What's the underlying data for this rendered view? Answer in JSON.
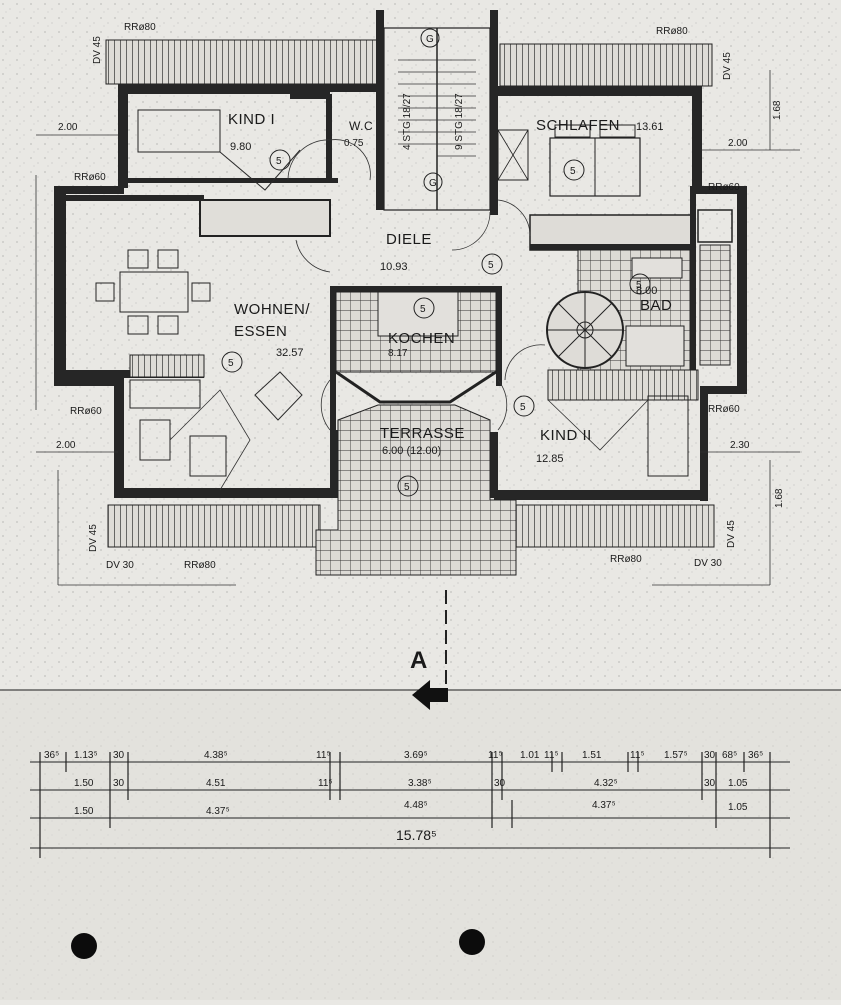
{
  "rooms": {
    "kind1": {
      "name": "KIND I",
      "area": "9.80"
    },
    "wc": {
      "name": "W.C",
      "area": "0.75"
    },
    "schlafen": {
      "name": "SCHLAFEN",
      "area": "13.61"
    },
    "diele": {
      "name": "DIELE",
      "area": "10.93"
    },
    "wohnen": {
      "name": "WOHNEN/",
      "name2": "ESSEN",
      "area": "32.57"
    },
    "kochen": {
      "name": "KOCHEN",
      "area": "8.17"
    },
    "bad": {
      "name": "BAD",
      "area": "8.00"
    },
    "terrasse": {
      "name": "TERRASSE",
      "area": "6.00 (12.00)"
    },
    "kind2": {
      "name": "KIND II",
      "area": "12.85"
    }
  },
  "markers": {
    "five": "5",
    "g": "G"
  },
  "stairs": {
    "left": "4 STG 18/27",
    "right": "9 STG 18/27"
  },
  "notes": {
    "rr80": "RRø80",
    "rr60": "RRø60",
    "dv45": "DV 45",
    "dv30": "DV 30",
    "w200": "2.00",
    "w168": "1.68",
    "w230": "2.30"
  },
  "section": {
    "letter": "A"
  },
  "dimensions": {
    "row1": [
      "36⁵",
      "1.13⁵",
      "30",
      "4.38⁵",
      "11⁵",
      "3.69⁵",
      "11⁵",
      "1.01",
      "11⁵",
      "1.51",
      "11⁵",
      "1.57⁵",
      "30",
      "68⁵",
      "36⁵"
    ],
    "row2": [
      "1.50",
      "30",
      "4.51",
      "11⁵",
      "3.38⁵",
      "30",
      "4.32⁵",
      "30",
      "1.05"
    ],
    "row3": [
      "1.50",
      "4.37⁵",
      "4.48⁵",
      "4.37⁵",
      "1.05"
    ],
    "total": "15.78⁵"
  }
}
